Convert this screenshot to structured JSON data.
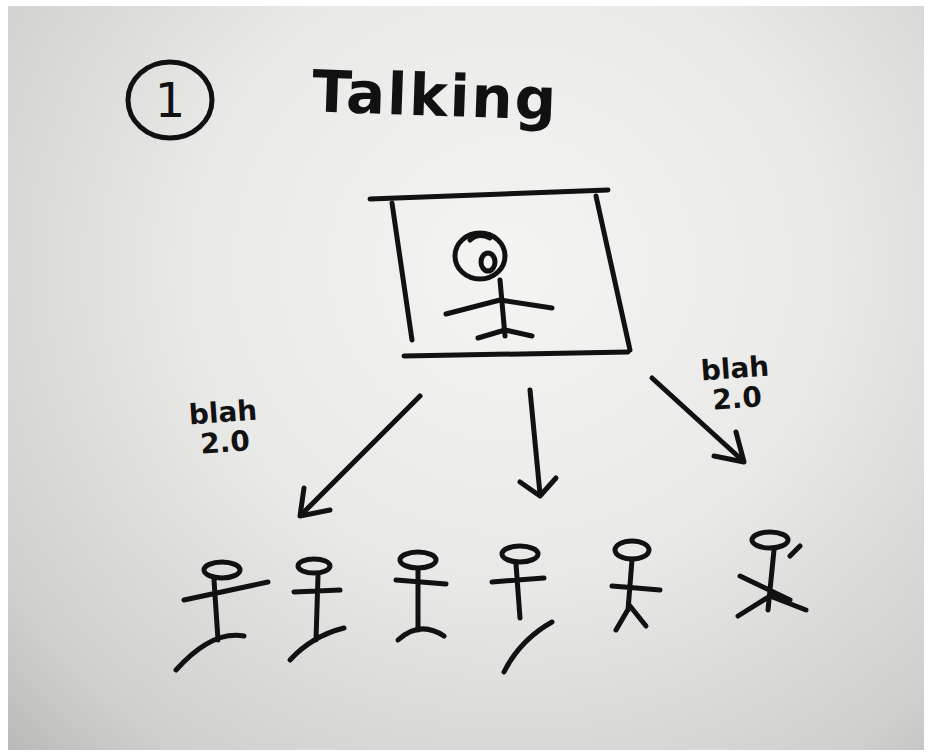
{
  "diagram": {
    "title": "Talking",
    "labels": [
      "1",
      "blah 2.0",
      "blah 2.0"
    ]
  }
}
